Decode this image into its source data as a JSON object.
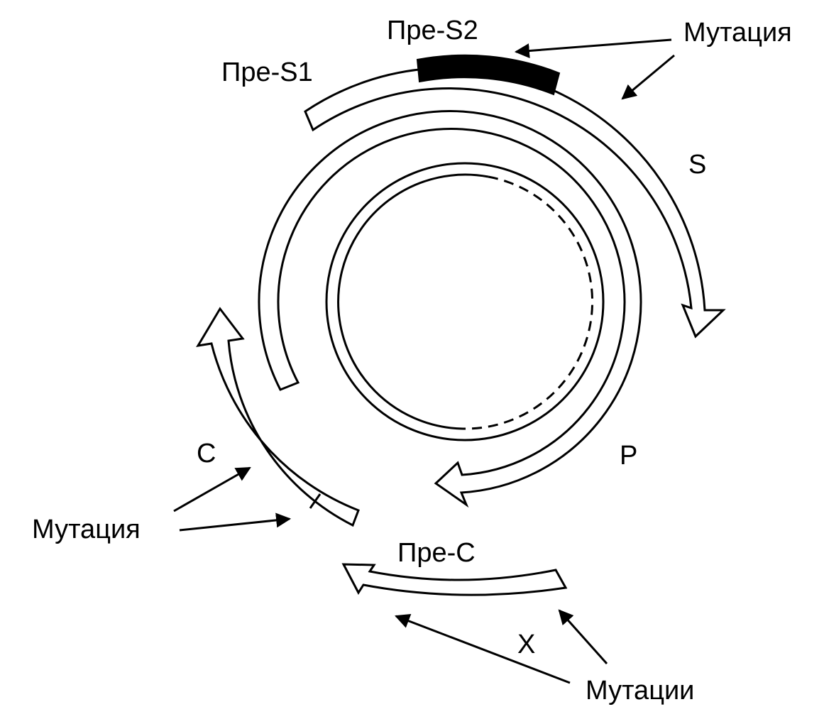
{
  "colors": {
    "ink": "#000000",
    "paper": "#ffffff"
  },
  "labels": {
    "pre_s2": "Пре-S2",
    "pre_s1": "Пре-S1",
    "mutation_top": "Мутация",
    "s": "S",
    "c": "C",
    "mutation_left": "Мутация",
    "p": "P",
    "pre_c": "Пре-С",
    "x": "X",
    "mutations_bottom": "Мутации"
  }
}
